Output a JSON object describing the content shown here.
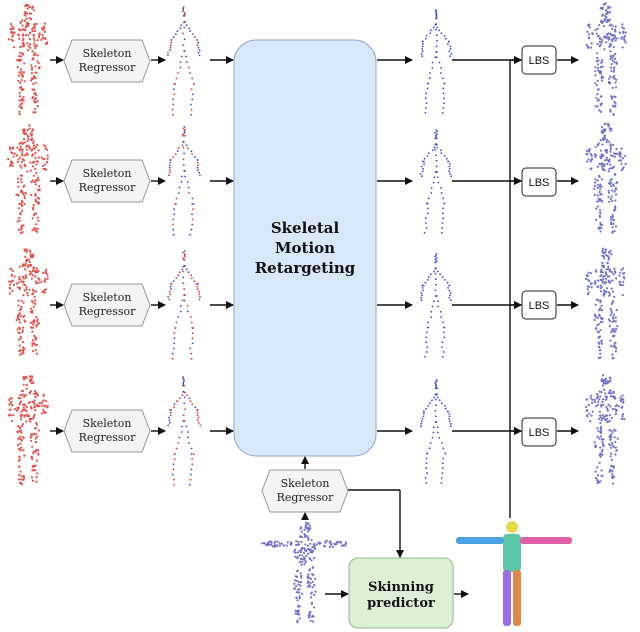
{
  "colors": {
    "input_point_cloud": "#e0524c",
    "output_point_cloud": "#6f73c8",
    "skeleton_red": "#d8343e",
    "skeleton_blue": "#3d49c9",
    "retarget_fill": "#d8e8fb",
    "retarget_stroke": "#8fa9cf",
    "skinning_fill": "#dcf0d6",
    "skinning_stroke": "#93b88a",
    "hex_fill": "#f4f4f4",
    "hex_stroke": "#999999",
    "arrow": "#111111"
  },
  "rows": [
    {
      "regressor_label": [
        "Skeleton",
        "Regressor"
      ],
      "lbs_label": "LBS"
    },
    {
      "regressor_label": [
        "Skeleton",
        "Regressor"
      ],
      "lbs_label": "LBS"
    },
    {
      "regressor_label": [
        "Skeleton",
        "Regressor"
      ],
      "lbs_label": "LBS"
    },
    {
      "regressor_label": [
        "Skeleton",
        "Regressor"
      ],
      "lbs_label": "LBS"
    }
  ],
  "retargeting": {
    "label": [
      "Skeletal",
      "Motion",
      "Retargeting"
    ]
  },
  "target_regressor": {
    "label": [
      "Skeleton",
      "Regressor"
    ]
  },
  "skinning": {
    "label": [
      "Skinning",
      "predictor"
    ]
  }
}
